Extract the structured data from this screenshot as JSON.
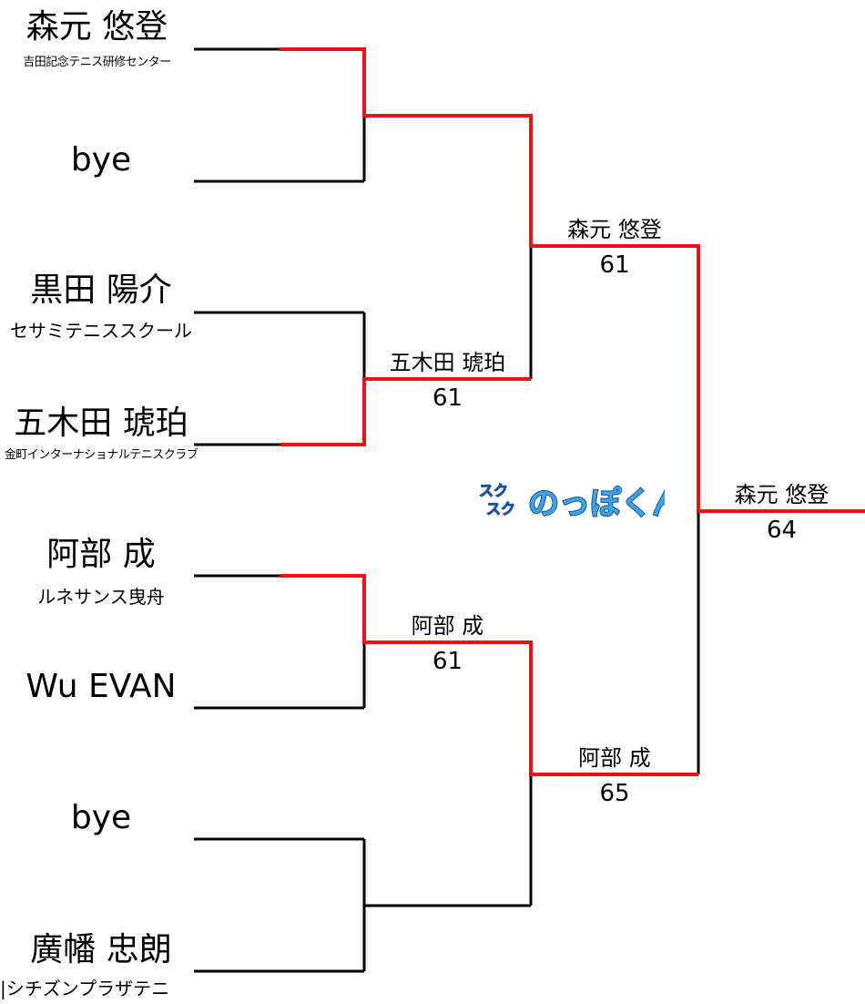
{
  "players": [
    {
      "name": "森元 悠登",
      "club": "吉田記念テニス研修センター"
    },
    {
      "name": "bye",
      "club": ""
    },
    {
      "name": "黒田 陽介",
      "club": "セサミテニススクール"
    },
    {
      "name": "五木田 琥珀",
      "club": "金町インターナショナルテニスクラブ"
    },
    {
      "name": "阿部 成",
      "club": "ルネサンス曳舟"
    },
    {
      "name": "Wu EVAN",
      "club": ""
    },
    {
      "name": "bye",
      "club": ""
    },
    {
      "name": "廣幡 忠朗",
      "club": "|シチズンプラザテニ"
    }
  ],
  "round2": [
    {
      "name": "五木田 琥珀",
      "score": "61"
    },
    {
      "name": "阿部 成",
      "score": "61"
    }
  ],
  "semifinals": [
    {
      "name": "森元 悠登",
      "score": "61"
    },
    {
      "name": "阿部 成",
      "score": "65"
    }
  ],
  "final": {
    "name": "森元 悠登",
    "score": "64"
  },
  "logo": {
    "text_small_1": "スク",
    "text_small_2": "スク",
    "text_main": "のっぽくん",
    "colors": {
      "fill": "#3aa6e6",
      "outline": "#1a4f9c"
    }
  },
  "colors": {
    "winner_line": "#ee1111",
    "loser_line": "#000000"
  }
}
